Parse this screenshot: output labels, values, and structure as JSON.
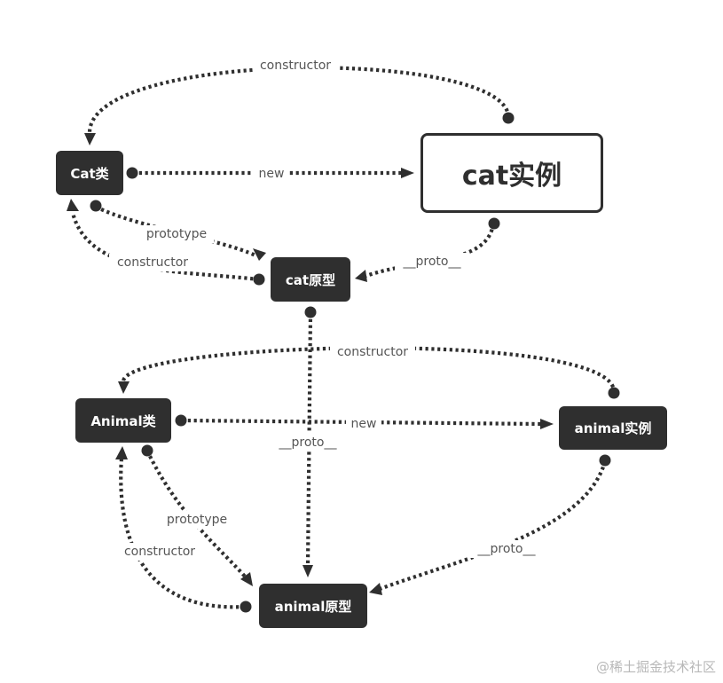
{
  "nodes": {
    "cat_class": "Cat类",
    "cat_instance": "cat实例",
    "cat_prototype": "cat原型",
    "animal_class": "Animal类",
    "animal_instance": "animal实例",
    "animal_prototype": "animal原型"
  },
  "edge_labels": {
    "cat_instance_constructor": "constructor",
    "cat_new": "new",
    "cat_prototype": "prototype",
    "cat_proto_constructor": "constructor",
    "cat_instance_proto": "__proto__",
    "animal_instance_constructor": "constructor",
    "animal_new": "new",
    "cat_proto_to_animal_proto": "__proto__",
    "animal_prototype": "prototype",
    "animal_proto_constructor": "constructor",
    "animal_instance_proto": "__proto__"
  },
  "watermark": "@稀土掘金技术社区"
}
